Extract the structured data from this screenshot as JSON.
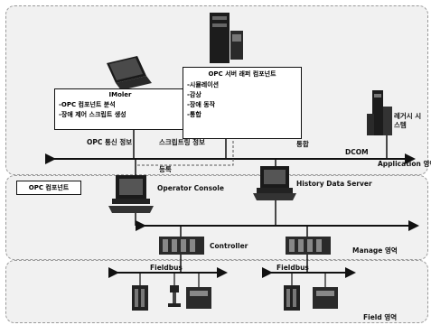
{
  "zones": {
    "application": "Application 영역",
    "manage": "Manage 영역",
    "field": "Field 영역"
  },
  "imoler_box": {
    "title": "IMoler",
    "items": [
      "-OPC 컴포넌트 분석",
      "-장애 제어 스크립트 생성"
    ]
  },
  "opc_server_box": {
    "title": "OPC 서버 래퍼 컴포넌트",
    "items": [
      "-시뮬레이션",
      "-감상",
      "-장애 동작",
      "-통합"
    ]
  },
  "labels": {
    "opc_comm_info": "OPC 통신 정보",
    "script_info": "스크립트링 정보",
    "apply_left": "등록",
    "apply_right": "통합",
    "dcom": "DCOM",
    "opc_component": "OPC 컴포넌트",
    "operator_console": "Operator Console",
    "history_server": "History Data Server",
    "legacy_system": "레거시 시스템",
    "controller": "Controller",
    "fieldbus_left": "Fieldbus",
    "fieldbus_right": "Fieldbus"
  }
}
